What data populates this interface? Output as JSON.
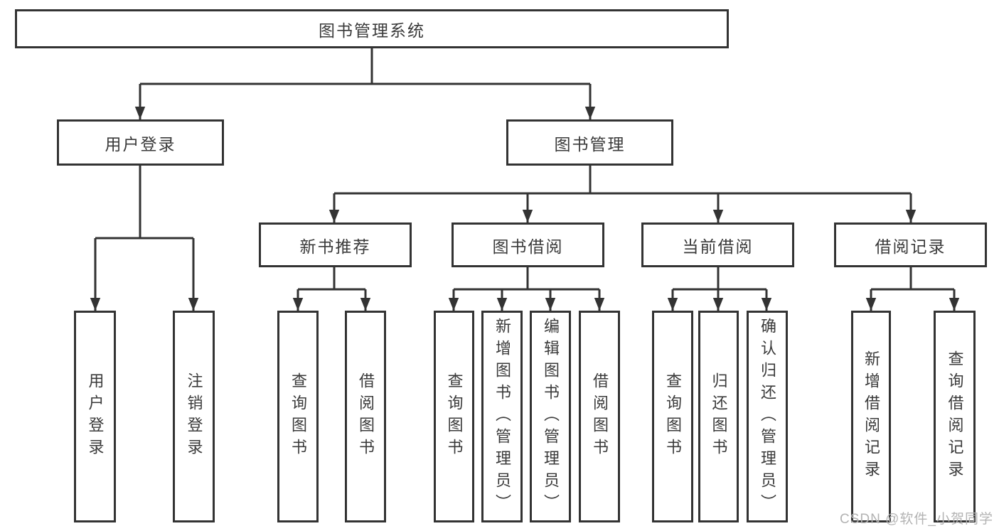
{
  "diagram": {
    "root": {
      "label": "图书管理系统"
    },
    "level2": [
      {
        "label": "用户登录"
      },
      {
        "label": "图书管理"
      }
    ],
    "level3": [
      {
        "label": "新书推荐"
      },
      {
        "label": "图书借阅"
      },
      {
        "label": "当前借阅"
      },
      {
        "label": "借阅记录"
      }
    ],
    "leaves": [
      {
        "label": "用户登录"
      },
      {
        "label": "注销登录"
      },
      {
        "label": "查询图书"
      },
      {
        "label": "借阅图书"
      },
      {
        "label": "查询图书"
      },
      {
        "label": "新增图书（管理员）"
      },
      {
        "label": "编辑图书（管理员）"
      },
      {
        "label": "借阅图书"
      },
      {
        "label": "查询图书"
      },
      {
        "label": "归还图书"
      },
      {
        "label": "确认归还（管理员）"
      },
      {
        "label": "新增借阅记录"
      },
      {
        "label": "查询借阅记录"
      }
    ]
  },
  "watermark": {
    "text": "CSDN @软件_小贺同学"
  },
  "colors": {
    "line": "#333333",
    "text": "#3a3a3a",
    "watermark": "#b3b3b3",
    "background": "#ffffff"
  }
}
